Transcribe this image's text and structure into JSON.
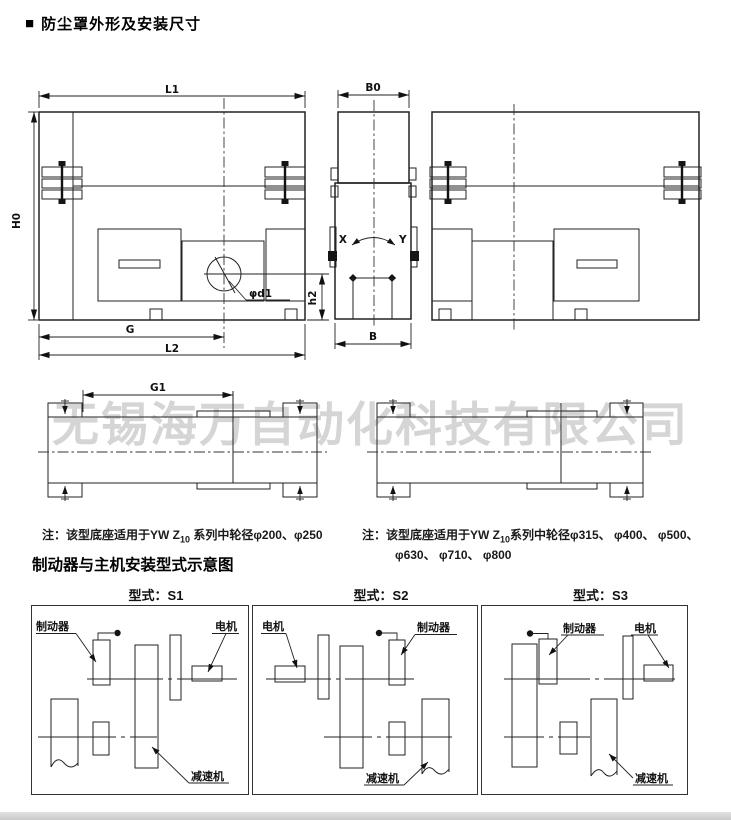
{
  "header": {
    "square": "■",
    "title": "防尘罩外形及安装尺寸"
  },
  "watermark": {
    "text": "无锡海万自动化科技有限公司"
  },
  "dims": {
    "L1": "L1",
    "H0": "H0",
    "G": "G",
    "L2": "L2",
    "h2": "h2",
    "phi_d1": "φd1",
    "B0": "B0",
    "B": "B",
    "X": "X",
    "Y": "Y",
    "G1": "G1"
  },
  "notes": {
    "left": {
      "prefix": "注：该型底座适用于YW Z",
      "sub": "10",
      "suffix": " 系列中轮径φ200、φ250"
    },
    "right": {
      "prefix": "注：该型底座适用于YW Z",
      "sub": "10",
      "suffix": "系列中轮径φ315、 φ400、 φ500、",
      "line2": "φ630、 φ710、 φ800"
    }
  },
  "section": {
    "heading": "制动器与主机安装型式示意图"
  },
  "panels": [
    {
      "title": "型式：S1",
      "brake": "制动器",
      "motor": "电机",
      "reducer": "减速机"
    },
    {
      "title": "型式：S2",
      "brake": "制动器",
      "motor": "电机",
      "reducer": "减速机"
    },
    {
      "title": "型式：S3",
      "brake": "制动器",
      "motor": "电机",
      "reducer": "减速机"
    }
  ]
}
